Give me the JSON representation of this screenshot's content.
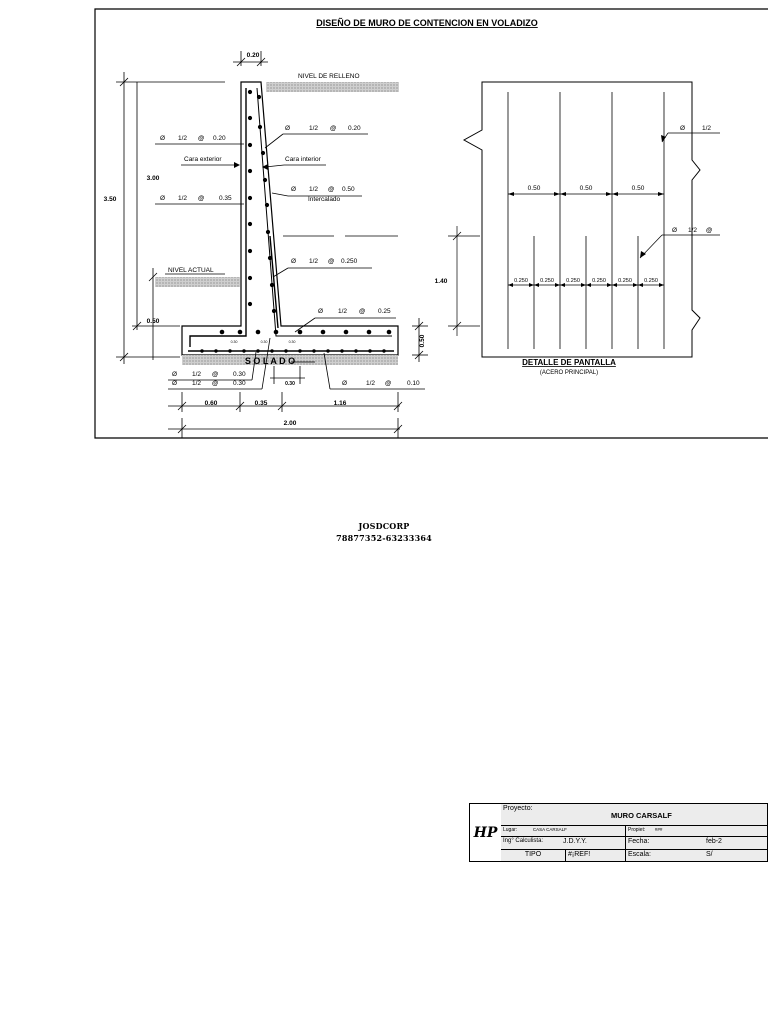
{
  "main_drawing": {
    "title": "DISEÑO DE MURO DE CONTENCION EN VOLADIZO",
    "labels": {
      "nivel_relleno": "NIVEL DE RELLENO",
      "nivel_actual": "NIVEL ACTUAL",
      "cara_exterior": "Cara exterior",
      "cara_interior": "Cara interior",
      "intercalado": "Intercalado",
      "solado": "S O L A D O"
    },
    "dimensions": {
      "top_width": "0.20",
      "total_height": "3.50",
      "stem_height": "3.00",
      "base_height_left": "0.50",
      "base_depth_right": "0.50",
      "toe": "0.60",
      "stem_base": "0.35",
      "heel": "1.16",
      "total_base": "2.00",
      "cover_bottom": "0.30",
      "small_left": "0.30",
      "small_mid": "0.30",
      "small_right": "0.30"
    },
    "bar_callouts": [
      {
        "symbol": "Ø",
        "size": "1/2",
        "at": "@",
        "spacing": "0.20"
      },
      {
        "symbol": "Ø",
        "size": "1/2",
        "at": "@",
        "spacing": "0.35"
      },
      {
        "symbol": "Ø",
        "size": "1/2",
        "at": "@",
        "spacing": "0.20"
      },
      {
        "symbol": "Ø",
        "size": "1/2",
        "at": "@",
        "spacing": "0.50"
      },
      {
        "symbol": "Ø",
        "size": "1/2",
        "at": "@",
        "spacing": "0.250"
      },
      {
        "symbol": "Ø",
        "size": "1/2",
        "at": "@",
        "spacing": "0.25"
      },
      {
        "symbol": "Ø",
        "size": "1/2",
        "at": "@",
        "spacing": "0.30"
      },
      {
        "symbol": "Ø",
        "size": "1/2",
        "at": "@",
        "spacing": "0.30"
      },
      {
        "symbol": "Ø",
        "size": "1/2",
        "at": "@",
        "spacing": "0.10"
      }
    ]
  },
  "detail": {
    "title": "DETALLE DE PANTALLA",
    "subtitle": "(ACERO PRINCIPAL)",
    "top_spacings": [
      "0.50",
      "0.50",
      "0.50"
    ],
    "bottom_spacings": [
      "0.250",
      "0.250",
      "0.250",
      "0.250",
      "0.250",
      "0.250"
    ],
    "height": "1.40",
    "callout_top": {
      "symbol": "Ø",
      "size": "1/2"
    },
    "callout_mid": {
      "symbol": "Ø",
      "size": "1/2",
      "at": "@"
    }
  },
  "credits": {
    "name": "JOSDCORP",
    "phones": "78877352-63233364"
  },
  "title_block": {
    "logo": "HP",
    "proyecto_label": "Proyecto:",
    "proyecto_value": "MURO CARSALF",
    "lugar_label": "Lugar:",
    "lugar_value": "CASA CARSALF",
    "propiet_label": "Propiet:",
    "propiet_value": "###",
    "ing_label": "Ing° Calculista:",
    "ing_value": "J.D.Y.Y.",
    "fecha_label": "Fecha:",
    "fecha_value": "feb-2",
    "tipo_label": "TIPO",
    "tipo_value": "#¡REF!",
    "escala_label": "Escala:",
    "escala_value": "S/"
  }
}
